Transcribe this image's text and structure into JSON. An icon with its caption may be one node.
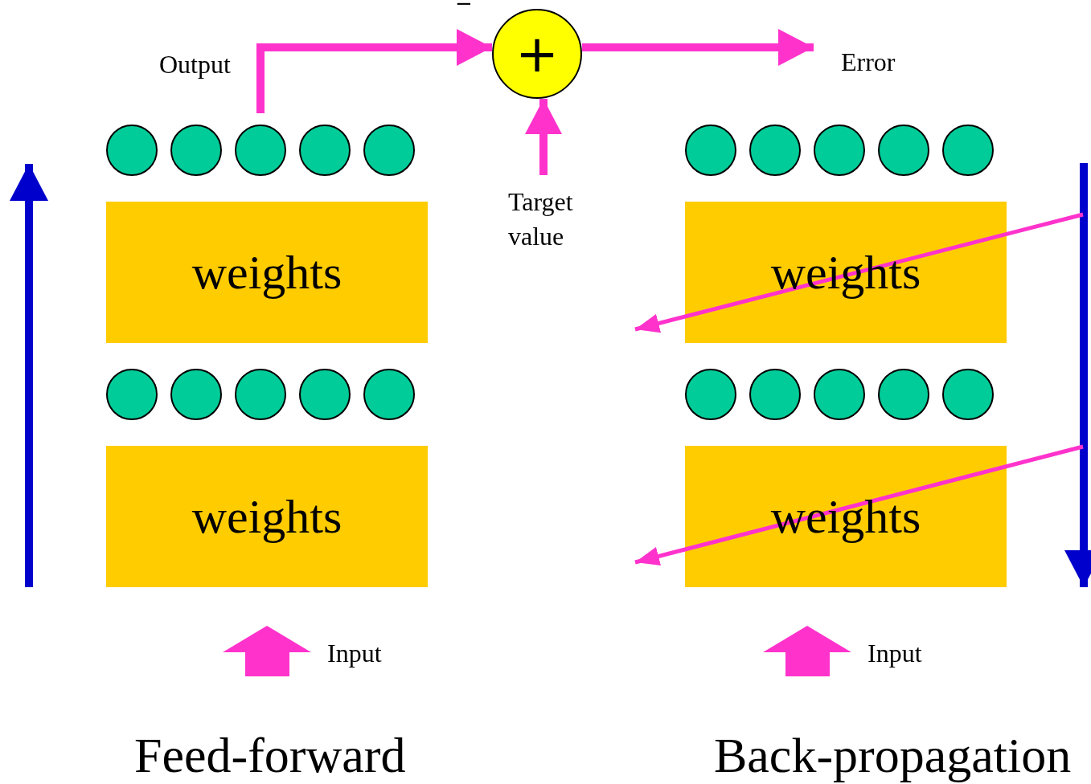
{
  "diagram": {
    "nodes": [
      {
        "text": [],
        "shape": "circle"
      },
      {
        "text": [],
        "shape": "circle"
      },
      {
        "text": [],
        "shape": "circle"
      },
      {
        "text": [],
        "shape": "circle"
      },
      {
        "text": [],
        "shape": "circle"
      },
      {
        "text": [
          "weights"
        ]
      },
      {
        "text": [],
        "shape": "circle"
      },
      {
        "text": [],
        "shape": "circle"
      },
      {
        "text": [],
        "shape": "circle"
      },
      {
        "text": [],
        "shape": "circle"
      },
      {
        "text": [],
        "shape": "circle"
      },
      {
        "text": [
          "weights"
        ]
      },
      {
        "text": [
          "+"
        ],
        "beside": [
          "−"
        ]
      },
      {
        "text": [
          "Error"
        ]
      },
      {
        "text": [
          "Target value"
        ]
      },
      {
        "text": [],
        "shape": "circle"
      },
      {
        "text": [],
        "shape": "circle"
      },
      {
        "text": [],
        "shape": "circle"
      },
      {
        "text": [],
        "shape": "circle"
      },
      {
        "text": [],
        "shape": "circle"
      },
      {
        "text": [
          "weights"
        ]
      },
      {
        "text": [],
        "shape": "circle"
      },
      {
        "text": [],
        "shape": "circle"
      },
      {
        "text": [],
        "shape": "circle"
      },
      {
        "text": [],
        "shape": "circle"
      },
      {
        "text": [],
        "shape": "circle"
      },
      {
        "text": [
          "weights"
        ]
      }
    ],
    "edges": [
      {
        "from": 2,
        "to": 12,
        "arrow": "to",
        "label": "Output"
      },
      {
        "from": 12,
        "to": 13,
        "arrow": "to"
      },
      {
        "from": 14,
        "to": 12,
        "arrow": "to"
      }
    ],
    "labels": [
      "Input",
      "Input",
      "Feed-forward",
      "Back-propagation"
    ]
  }
}
